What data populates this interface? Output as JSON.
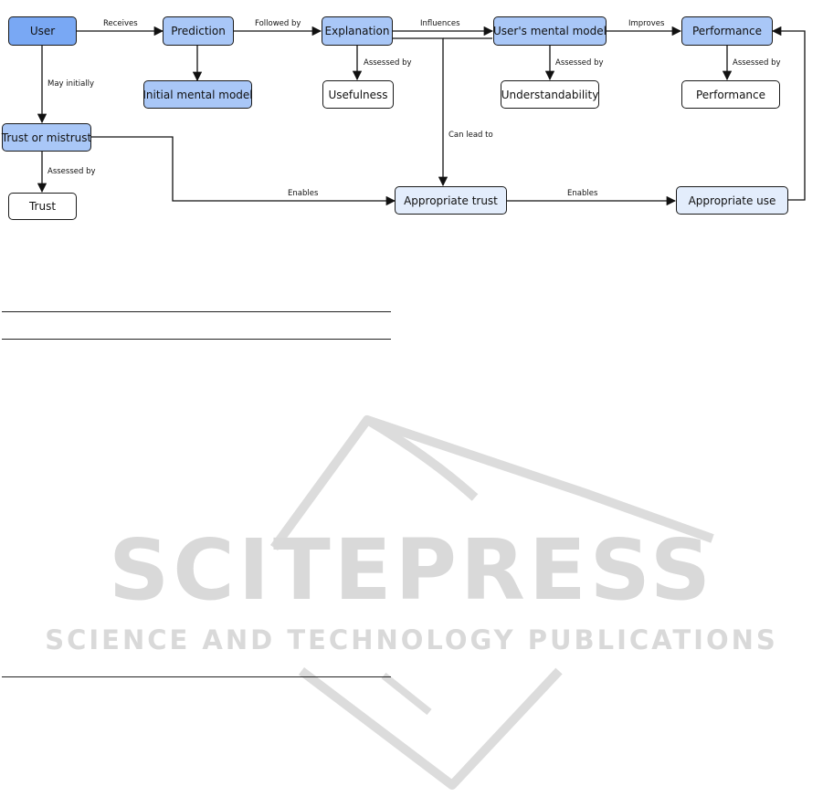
{
  "nodes": {
    "user": "User",
    "prediction": "Prediction",
    "explanation": "Explanation",
    "mental_model": "User's mental model",
    "performance": "Performance",
    "initial_mental_model": "Initial mental model",
    "usefulness": "Usefulness",
    "understandability": "Understandability",
    "performance_measure": "Performance",
    "trust_or_mistrust": "Trust or mistrust",
    "trust": "Trust",
    "appropriate_trust": "Appropriate trust",
    "appropriate_use": "Appropriate use"
  },
  "edges": {
    "receives": "Receives",
    "followed_by": "Followed by",
    "influences": "Influences",
    "improves": "Improves",
    "may_initially": "May initially",
    "assessed_by_usefulness": "Assessed by",
    "assessed_by_understandability": "Assessed by",
    "assessed_by_performance": "Assessed by",
    "assessed_by_trust": "Assessed by",
    "can_lead_to": "Can lead to",
    "enables_trust": "Enables",
    "enables_use": "Enables"
  },
  "watermark": {
    "title": "SCITEPRESS",
    "subtitle": "SCIENCE AND TECHNOLOGY PUBLICATIONS"
  },
  "colors": {
    "node_dark": "#79a8f4",
    "node_mid": "#a9c7f7",
    "node_light": "#e3edfc",
    "watermark": "#d9d9d9"
  }
}
